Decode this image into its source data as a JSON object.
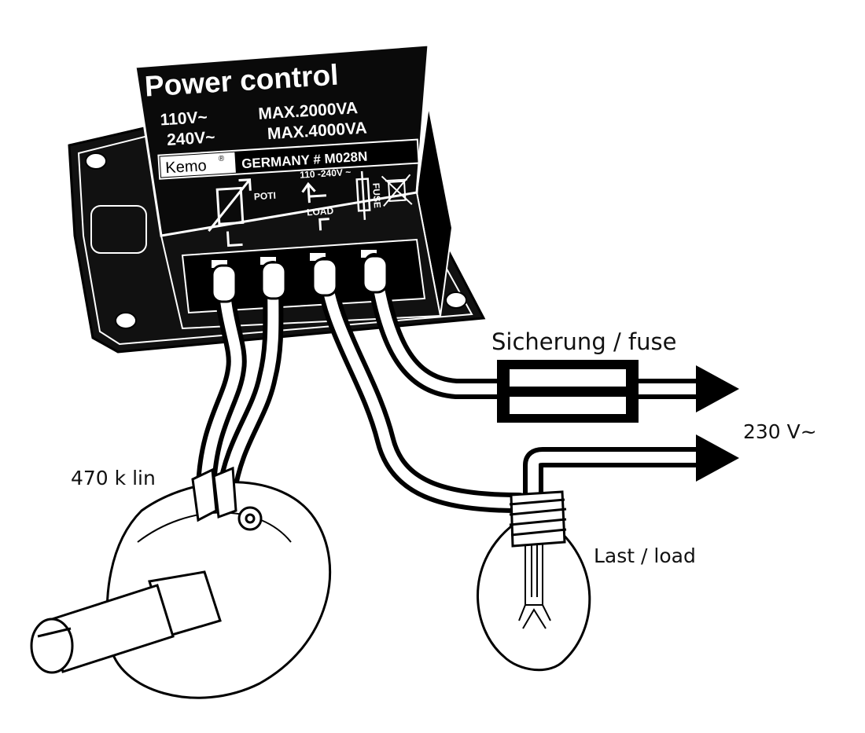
{
  "module": {
    "title": "Power  control",
    "line1_voltage": "110V~",
    "line1_max": "MAX.2000VA",
    "line2_voltage": "240V~",
    "line2_max": "MAX.4000VA",
    "brand": "Kemo",
    "brand_mark": "®",
    "model": "GERMANY  #  M028N",
    "poti_label": "POTI",
    "voltage_range": "110 -240V ~",
    "load_label": "LOAD",
    "fuse_label": "FUSE"
  },
  "labels": {
    "fuse": "Sicherung / fuse",
    "mains": "230 V~",
    "potentiometer": "470 k lin",
    "load": "Last / load"
  }
}
